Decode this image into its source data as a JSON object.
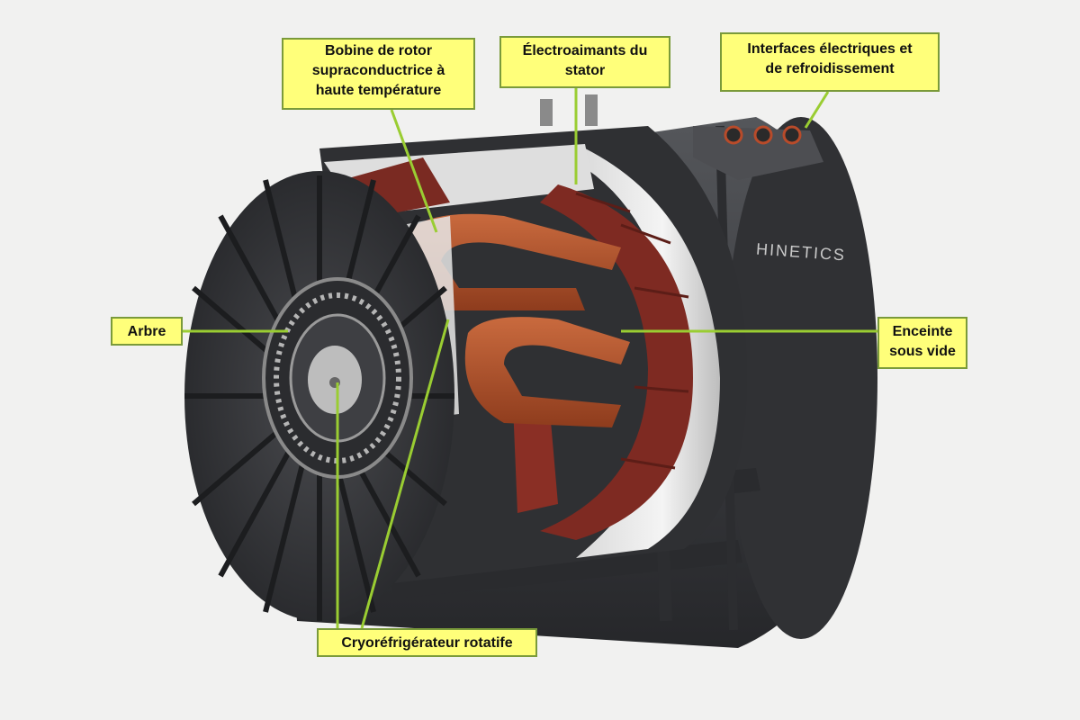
{
  "diagram": {
    "brand": "HINETICS",
    "labels": {
      "rotor_coil": "Bobine de rotor\nsupraconductrice à\nhaute température",
      "stator": "Électroaimants du\nstator",
      "interfaces": "Interfaces électriques et\nde refroidissement",
      "shaft": "Arbre",
      "vacuum": "Enceinte\nsous vide",
      "cryo": "Cryoréfrigérateur rotatife"
    },
    "colors": {
      "label_fill": "#ffff7a",
      "label_border": "#7a9a3a",
      "leader_line": "#9acd32",
      "housing": "#3a3b3e",
      "copper": "#b5532b",
      "stator_red": "#7e2a22",
      "background": "#f1f1f0"
    }
  }
}
